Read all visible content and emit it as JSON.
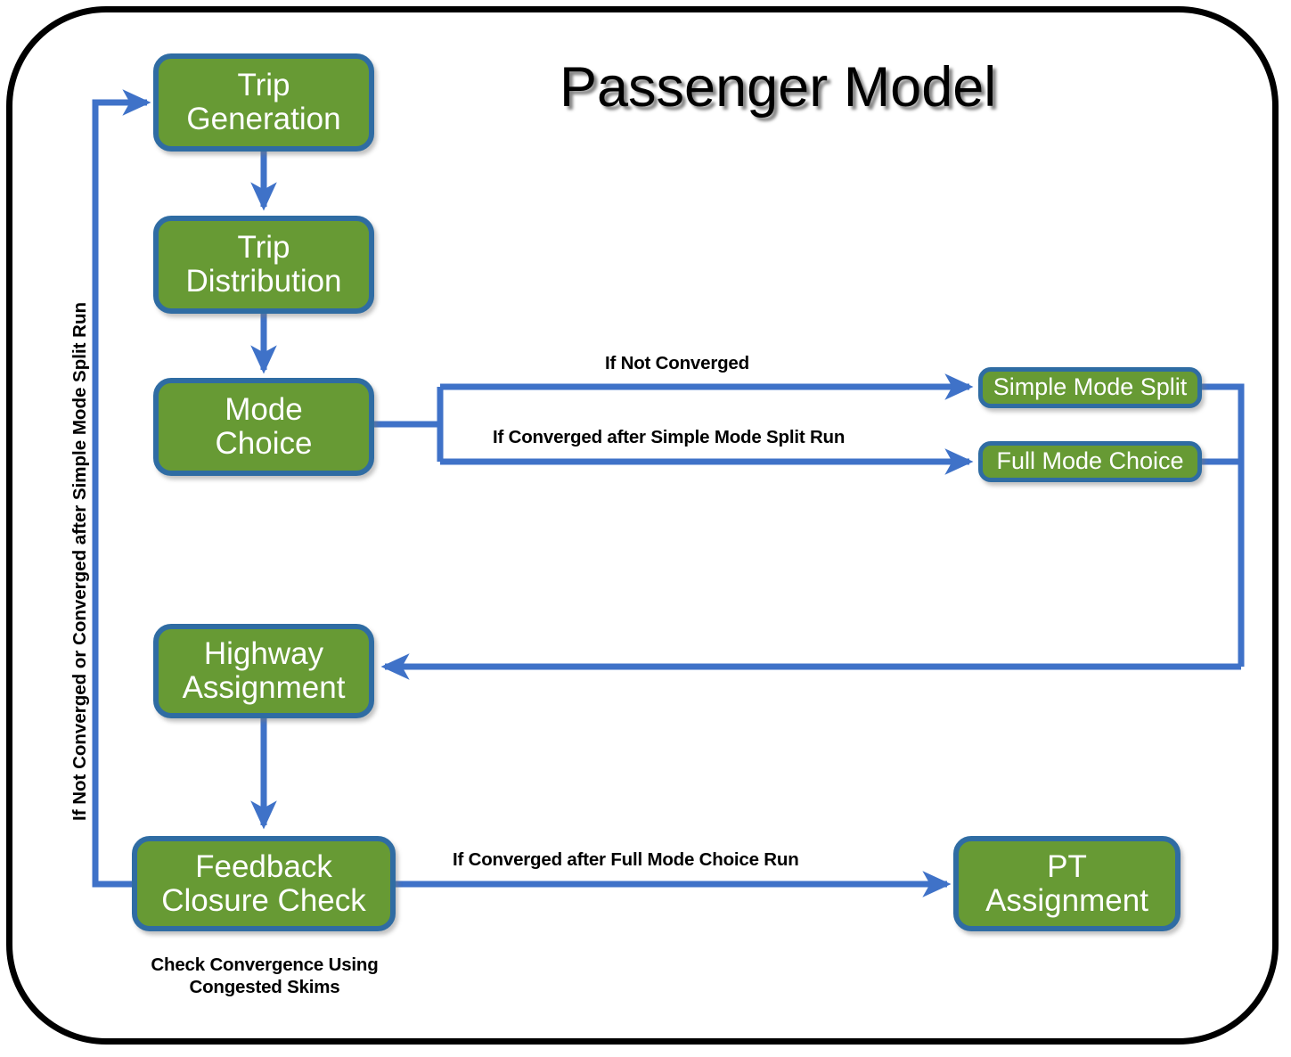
{
  "diagram": {
    "title": "Passenger Model",
    "frame_color": "#000000",
    "node_fill": "#679a34",
    "node_border": "#2f6ca3",
    "connector_color": "#3f72c8",
    "node_text_color": "#ffffff"
  },
  "nodes": {
    "trip_generation": "Trip\nGeneration",
    "trip_generation_l1": "Trip",
    "trip_generation_l2": "Generation",
    "trip_distribution_l1": "Trip",
    "trip_distribution_l2": "Distribution",
    "mode_choice_l1": "Mode",
    "mode_choice_l2": "Choice",
    "simple_mode_split": "Simple Mode Split",
    "full_mode_choice": "Full Mode Choice",
    "highway_assignment_l1": "Highway",
    "highway_assignment_l2": "Assignment",
    "feedback_closure_l1": "Feedback",
    "feedback_closure_l2": "Closure Check",
    "pt_assignment_l1": "PT",
    "pt_assignment_l2": "Assignment"
  },
  "labels": {
    "if_not_converged": "If Not Converged",
    "if_converged_simple": "If Converged after Simple Mode Split Run",
    "if_converged_full": "If Converged after Full Mode Choice Run",
    "feedback_loop_vertical": "If Not Converged or Converged after Simple Mode Split Run",
    "check_convergence_l1": "Check Convergence Using",
    "check_convergence_l2": "Congested Skims"
  }
}
